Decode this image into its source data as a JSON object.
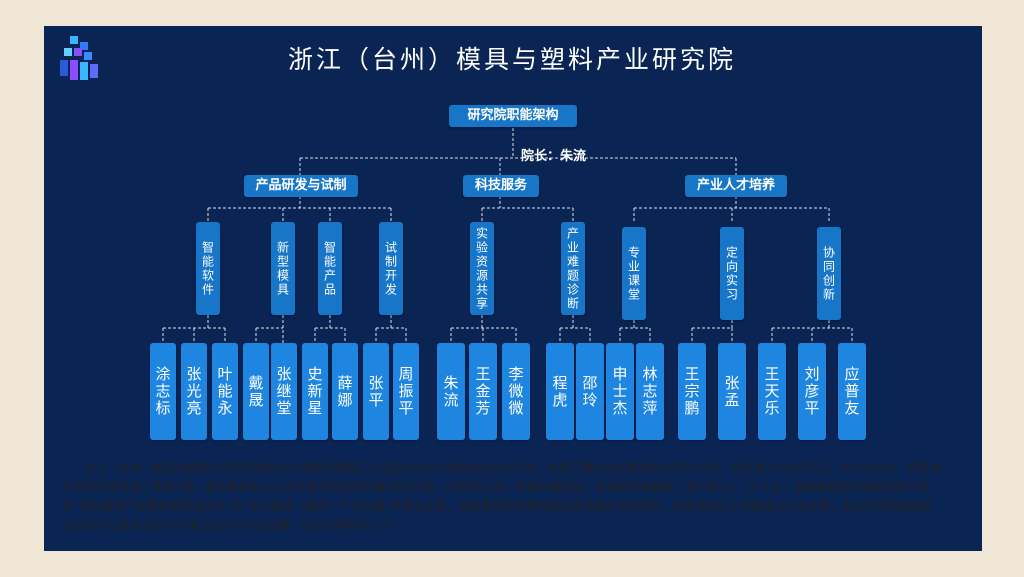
{
  "title": "浙江（台州）模具与塑料产业研究院",
  "root": "研究院职能架构",
  "dean": "院长：朱流",
  "branches": [
    {
      "label": "产品研发与试制",
      "subs": [
        {
          "label": "智能软件",
          "people": [
            "涂志标",
            "张光亮",
            "叶能永"
          ]
        },
        {
          "label": "新型模具",
          "people": [
            "戴晟",
            "张继堂"
          ]
        },
        {
          "label": "智能产品",
          "people": [
            "史新星",
            "薛娜"
          ]
        },
        {
          "label": "试制开发",
          "people": [
            "张平",
            "周振平"
          ]
        }
      ]
    },
    {
      "label": "科技服务",
      "subs": [
        {
          "label": "实验资源共享",
          "people": [
            "朱流",
            "王金芳",
            "李微微"
          ]
        },
        {
          "label": "产业难题诊断",
          "people": [
            "程虎",
            "邵玲"
          ]
        }
      ]
    },
    {
      "label": "产业人才培养",
      "subs": [
        {
          "label": "专业课堂",
          "people": [
            "申士杰",
            "林志萍"
          ]
        },
        {
          "label": "定向实习",
          "people": [
            "王宗鹏",
            "张孟"
          ]
        },
        {
          "label": "协同创新",
          "people": [
            "王天乐",
            "刘彦平",
            "应普友"
          ]
        }
      ]
    }
  ],
  "description": "浙江（台州）模具与塑料产业研究院由台州学院和黄岩区人民政府合作共建的校地合作平台，共签订横向及成果转化合同共24项，总经费1800余万元；与企业合作，获得省科学技术进步奖二等奖1项；联合黄岩本土企业申报专利及软件著作权40项，已授权22项；积极开展培训、咨询等社会服务，累计受众1.1万人次；协助黄岩区开展省经信厅项目“黄岩模具产业集群新智造试点”及“浙江模具（塑料）产业大脑”申报及运营，协助黄岩区检察院建立模法服务应用场景，协助黄岩区工商联建立行业标准；自主开发的智能深孔钻软件已服务全区40余家企业200余台设备，综合效率提升25%。",
  "colors": {
    "background": "#0a2454",
    "box": "#1876c8",
    "page": "#efe6d6"
  }
}
